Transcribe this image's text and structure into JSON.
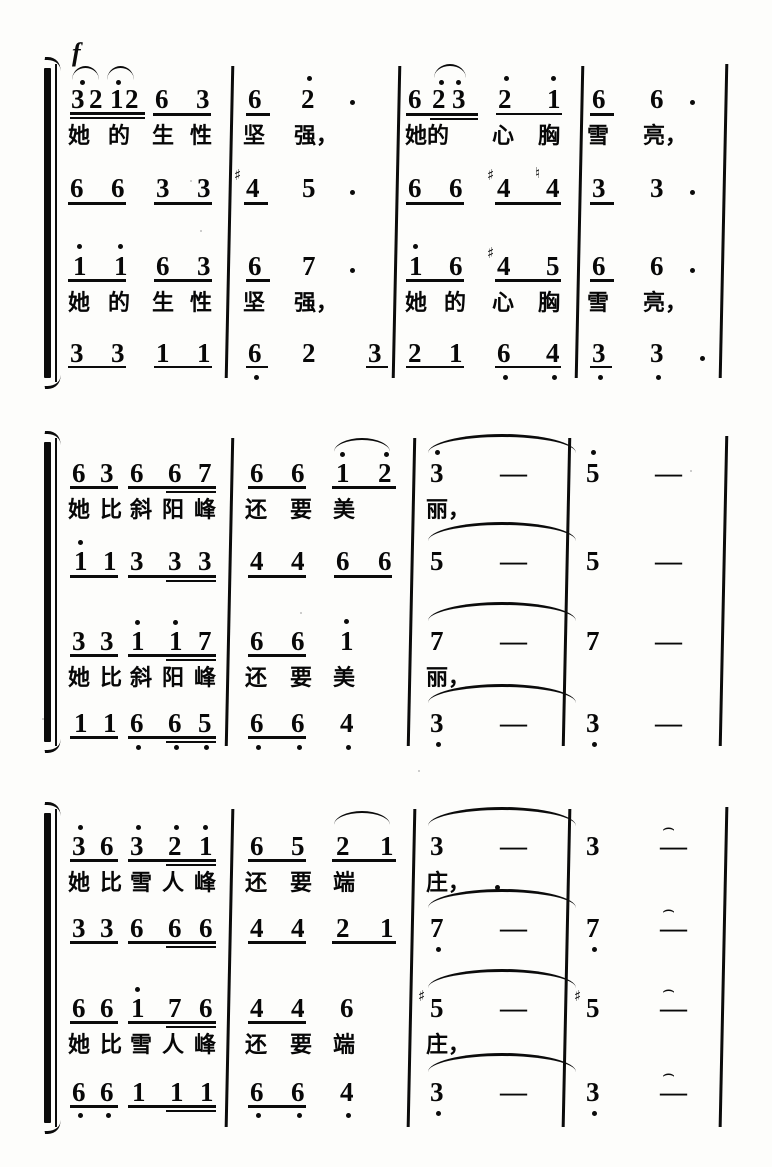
{
  "document": {
    "type": "jianpu-score",
    "notation": "Chinese numbered musical notation (简谱)",
    "voices": 4,
    "systems": 3
  },
  "markings": {
    "dynamic_forte": "f",
    "fermata": "⌢"
  },
  "systems": [
    {
      "id": "system-1",
      "measures": [
        {
          "id": "s1-m1",
          "voice1_notes": [
            "3",
            "2",
            "1",
            "2",
            "6",
            "3"
          ],
          "voice1_lyrics": [
            "她",
            "的",
            "生",
            "性"
          ],
          "voice2_notes": [
            "6",
            "6",
            "3",
            "3"
          ],
          "voice3_notes": [
            "1",
            "1",
            "6",
            "3"
          ],
          "voice3_lyrics": [
            "她",
            "的",
            "生",
            "性"
          ],
          "voice4_notes": [
            "3",
            "3",
            "1",
            "1"
          ]
        },
        {
          "id": "s1-m2",
          "voice1_notes": [
            "6",
            "2",
            "."
          ],
          "voice1_lyrics": [
            "坚",
            "强，"
          ],
          "voice2_notes": [
            "#4",
            "5",
            "."
          ],
          "voice3_notes": [
            "6",
            "7",
            "."
          ],
          "voice3_lyrics": [
            "坚",
            "强，"
          ],
          "voice4_notes": [
            "6",
            "2",
            "3"
          ]
        },
        {
          "id": "s1-m3",
          "voice1_notes": [
            "6",
            "2",
            "3",
            "2",
            "1"
          ],
          "voice1_lyrics": [
            "她的",
            "心",
            "胸"
          ],
          "voice2_notes": [
            "6",
            "6",
            "#4",
            "♮4"
          ],
          "voice3_notes": [
            "1",
            "6",
            "#4",
            "5"
          ],
          "voice3_lyrics": [
            "她",
            "的",
            "心",
            "胸"
          ],
          "voice4_notes": [
            "2",
            "1",
            "6",
            "4"
          ]
        },
        {
          "id": "s1-m4",
          "voice1_notes": [
            "6",
            "6",
            "."
          ],
          "voice1_lyrics": [
            "雪",
            "亮，"
          ],
          "voice2_notes": [
            "3",
            "3",
            "."
          ],
          "voice3_notes": [
            "6",
            "6",
            "."
          ],
          "voice3_lyrics": [
            "雪",
            "亮，"
          ],
          "voice4_notes": [
            "3",
            "3",
            "."
          ]
        }
      ]
    },
    {
      "id": "system-2",
      "measures": [
        {
          "id": "s2-m1",
          "voice1_notes": [
            "6",
            "3",
            "6",
            "6",
            "7"
          ],
          "voice1_lyrics": [
            "她",
            "比",
            "斜",
            "阳",
            "峰"
          ],
          "voice2_notes": [
            "1",
            "1",
            "3",
            "3",
            "3"
          ],
          "voice3_notes": [
            "3",
            "3",
            "1",
            "1",
            "7"
          ],
          "voice3_lyrics": [
            "她",
            "比",
            "斜",
            "阳",
            "峰"
          ],
          "voice4_notes": [
            "1",
            "1",
            "6",
            "6",
            "5"
          ]
        },
        {
          "id": "s2-m2",
          "voice1_notes": [
            "6",
            "6",
            "1",
            "2"
          ],
          "voice1_lyrics": [
            "还",
            "要",
            "美"
          ],
          "voice2_notes": [
            "4",
            "4",
            "6",
            "6"
          ],
          "voice3_notes": [
            "6",
            "6",
            "1"
          ],
          "voice3_lyrics": [
            "还",
            "要",
            "美"
          ],
          "voice4_notes": [
            "6",
            "6",
            "4"
          ]
        },
        {
          "id": "s2-m3",
          "voice1_notes": [
            "3",
            "—"
          ],
          "voice1_lyrics": [
            "丽，"
          ],
          "voice2_notes": [
            "5",
            "—"
          ],
          "voice3_notes": [
            "7",
            "—"
          ],
          "voice3_lyrics": [
            "丽，"
          ],
          "voice4_notes": [
            "3",
            "—"
          ]
        },
        {
          "id": "s2-m4",
          "voice1_notes": [
            "5",
            "—"
          ],
          "voice2_notes": [
            "5",
            "—"
          ],
          "voice3_notes": [
            "7",
            "—"
          ],
          "voice4_notes": [
            "3",
            "—"
          ]
        }
      ]
    },
    {
      "id": "system-3",
      "measures": [
        {
          "id": "s3-m1",
          "voice1_notes": [
            "3",
            "6",
            "3",
            "2",
            "1"
          ],
          "voice1_lyrics": [
            "她",
            "比",
            "雪",
            "人",
            "峰"
          ],
          "voice2_notes": [
            "3",
            "3",
            "6",
            "6",
            "6"
          ],
          "voice3_notes": [
            "6",
            "6",
            "1",
            "7",
            "6"
          ],
          "voice3_lyrics": [
            "她",
            "比",
            "雪",
            "人",
            "峰"
          ],
          "voice4_notes": [
            "6",
            "6",
            "1",
            "1",
            "1"
          ]
        },
        {
          "id": "s3-m2",
          "voice1_notes": [
            "6",
            "5",
            "2",
            "1"
          ],
          "voice1_lyrics": [
            "还",
            "要",
            "端"
          ],
          "voice2_notes": [
            "4",
            "4",
            "2",
            "1"
          ],
          "voice3_notes": [
            "4",
            "4",
            "6"
          ],
          "voice3_lyrics": [
            "还",
            "要",
            "端"
          ],
          "voice4_notes": [
            "6",
            "6",
            "4"
          ]
        },
        {
          "id": "s3-m3",
          "voice1_notes": [
            "3",
            "—"
          ],
          "voice1_lyrics": [
            "庄，"
          ],
          "voice2_notes": [
            "7",
            "—"
          ],
          "voice3_notes": [
            "#5",
            "—"
          ],
          "voice3_lyrics": [
            "庄，"
          ],
          "voice4_notes": [
            "3",
            "—"
          ]
        },
        {
          "id": "s3-m4",
          "voice1_notes": [
            "3",
            "—"
          ],
          "voice2_notes": [
            "7",
            "—"
          ],
          "voice3_notes": [
            "#5",
            "—"
          ],
          "voice4_notes": [
            "3",
            "—"
          ],
          "fermatas": 4
        }
      ]
    }
  ],
  "lyrics_full": {
    "line1": "她的生性坚强，她的心胸雪亮，",
    "line2": "她比斜阳峰还要美丽，",
    "line3": "她比雪人峰还要端庄，"
  },
  "glyphs": {
    "n1": "1",
    "n2": "2",
    "n3": "3",
    "n4": "4",
    "n5": "5",
    "n6": "6",
    "n7": "7",
    "dash": "—",
    "dot": "·",
    "sharp": "♯",
    "natural": "♮",
    "forte": "f",
    "fermata": "⌢",
    "ly_ta": "她",
    "ly_de": "的",
    "ly_sheng": "生",
    "ly_xing": "性",
    "ly_jian": "坚",
    "ly_qiang": "强，",
    "ly_xin": "心",
    "ly_xiong": "胸",
    "ly_xue": "雪",
    "ly_liang": "亮，",
    "ly_bi": "比",
    "ly_xie": "斜",
    "ly_yang": "阳",
    "ly_feng": "峰",
    "ly_hai": "还",
    "ly_yao": "要",
    "ly_mei": "美",
    "ly_li": "丽，",
    "ly_ren": "人",
    "ly_duan": "端",
    "ly_zhuang": "庄，",
    "ly_tade": "她的"
  }
}
